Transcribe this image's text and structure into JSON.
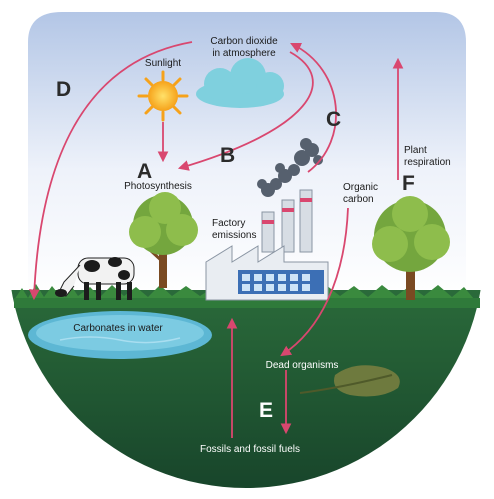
{
  "diagram": {
    "labels": {
      "co2": [
        "Carbon dioxide",
        "in atmosphere"
      ],
      "sunlight": "Sunlight",
      "photosynthesis": "Photosynthesis",
      "factory": [
        "Factory",
        "emissions"
      ],
      "organic_carbon": [
        "Organic",
        "carbon"
      ],
      "plant_respiration": [
        "Plant",
        "respiration"
      ],
      "carbonates": "Carbonates in water",
      "dead_organisms": "Dead organisms",
      "fossils": "Fossils and fossil fuels"
    },
    "letters": {
      "a": "A",
      "b": "B",
      "c": "C",
      "d": "D",
      "e": "E",
      "f": "F"
    },
    "icons": [
      "sun-icon",
      "cloud-icon",
      "tree-icon",
      "cow-icon",
      "factory-icon",
      "smoke-icon",
      "pond-icon",
      "dead-leaf-icon"
    ],
    "colors": {
      "arrow": "#d9476f",
      "ground": "#1e5130",
      "grass": "#2f7a3a",
      "water": "#5db7d4",
      "sky_top": "#b9cbe8",
      "sky_bottom": "#ffffff"
    }
  }
}
